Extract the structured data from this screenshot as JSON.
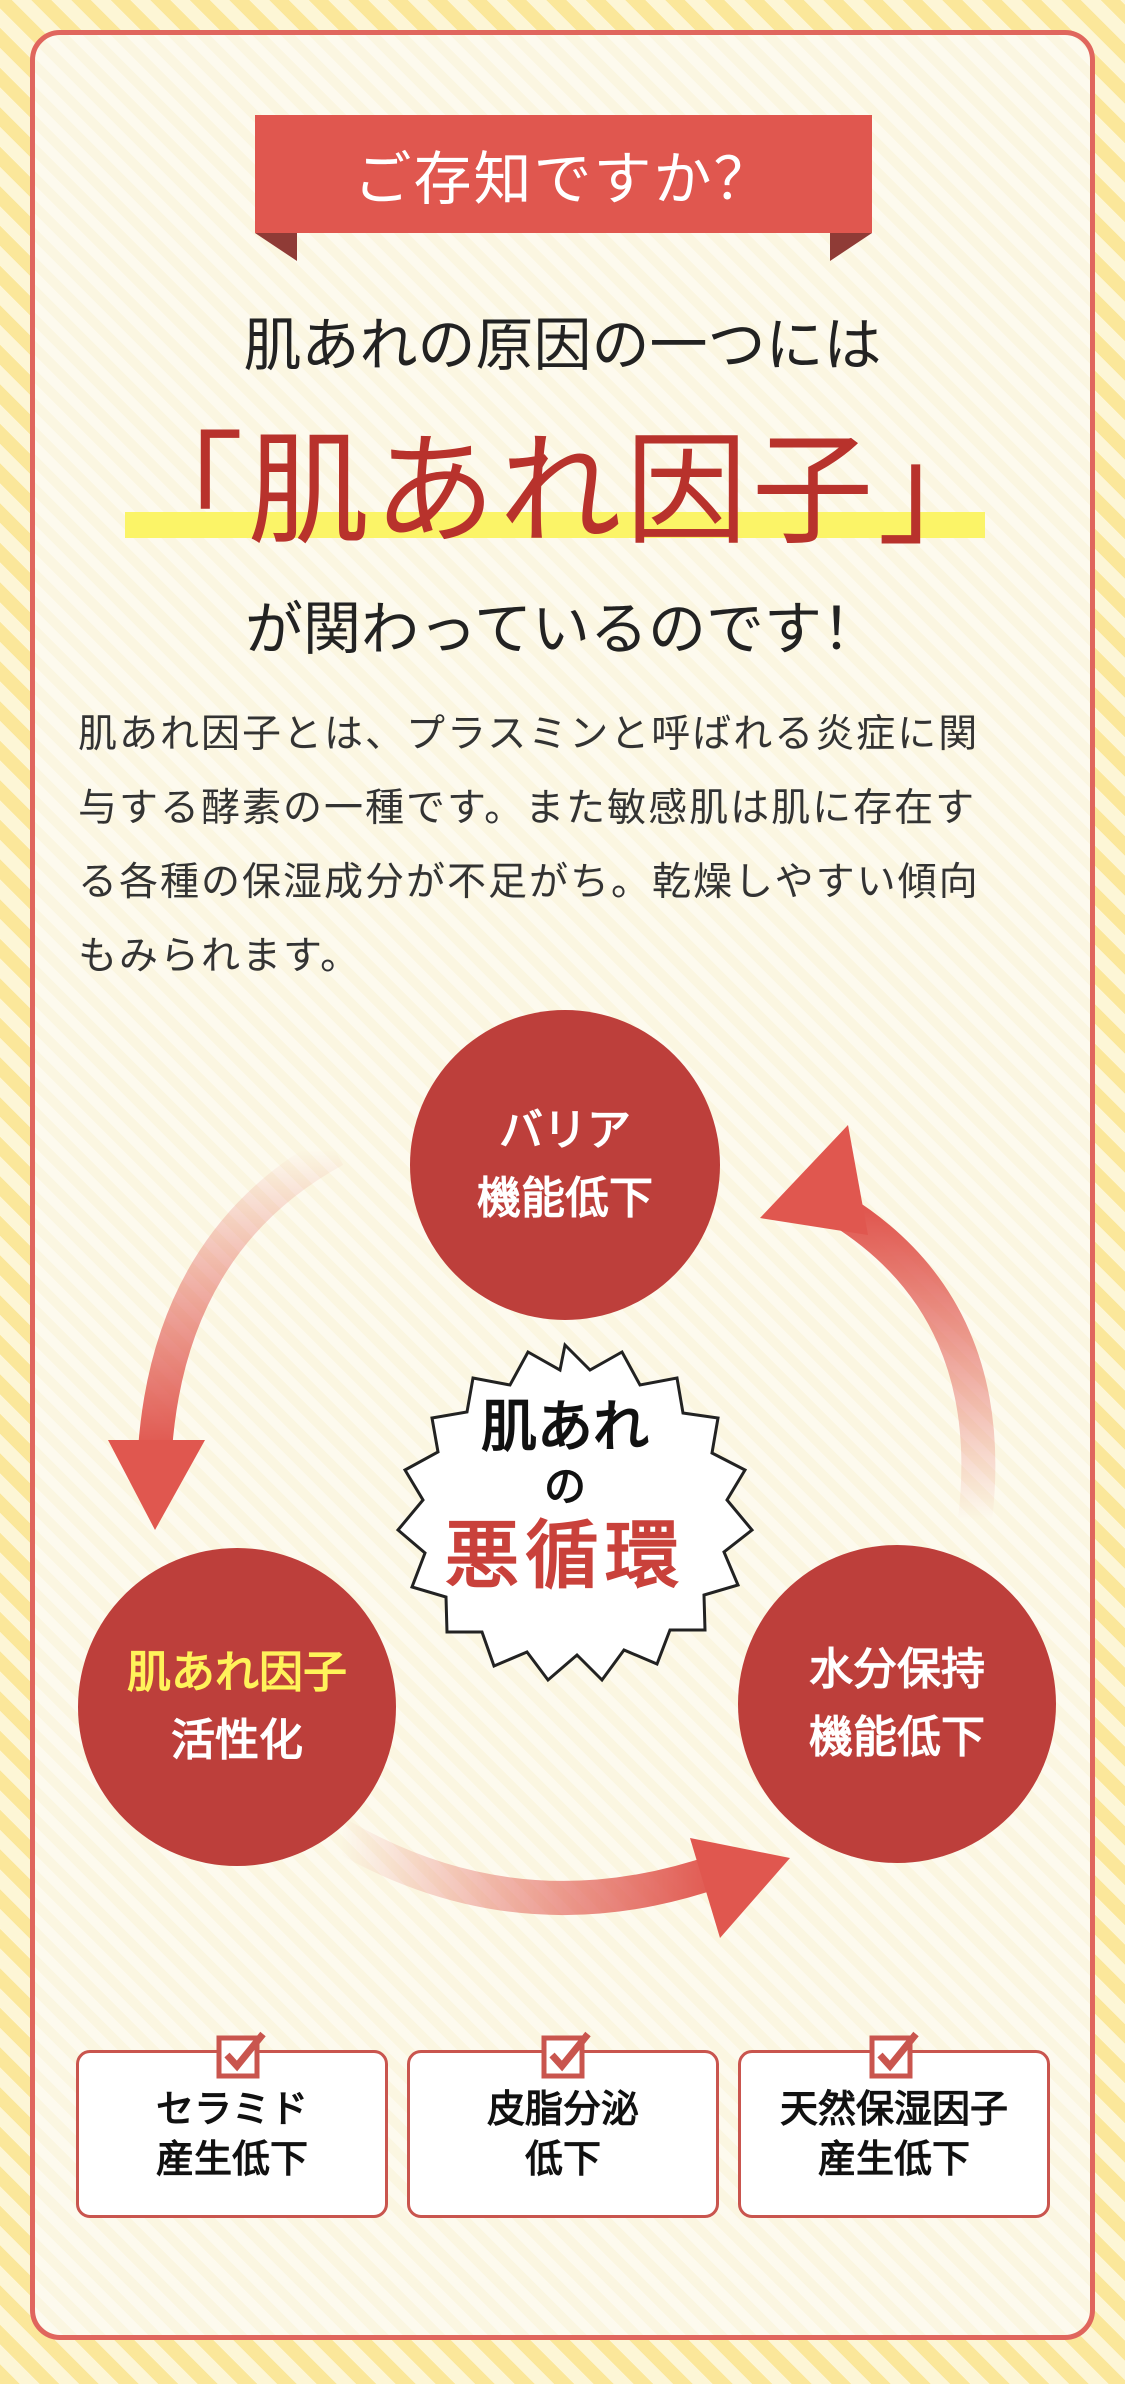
{
  "ribbon": "ご存知ですか？",
  "headline": {
    "line1": "肌あれの原因の一つには",
    "line2": "「肌あれ因子」",
    "line3": "が関わっているのです！"
  },
  "body": [
    "肌あれ因子とは、プラスミンと呼ばれる炎症に関",
    "与する酵素の一種です。また敏感肌は肌に存在す",
    "る各種の保湿成分が不足がち。乾燥しやすい傾向",
    "もみられます。"
  ],
  "cycle": {
    "top": [
      "バリア",
      "機能低下"
    ],
    "left": [
      "肌あれ因子",
      "活性化"
    ],
    "right": [
      "水分保持",
      "機能低下"
    ],
    "center": {
      "line1": "肌あれ",
      "line2": "の",
      "line3": "悪循環"
    }
  },
  "boxes": [
    [
      "セラミド",
      "産生低下"
    ],
    [
      "皮脂分泌",
      "低下"
    ],
    [
      "天然保湿因子",
      "産生低下"
    ]
  ],
  "colors": {
    "accent": "#e0574f",
    "circle": "#bd3f3b",
    "highlight": "#fbf467",
    "border": "#e0665d"
  },
  "icons": [
    "checkbox-icon",
    "arrow-icon"
  ]
}
